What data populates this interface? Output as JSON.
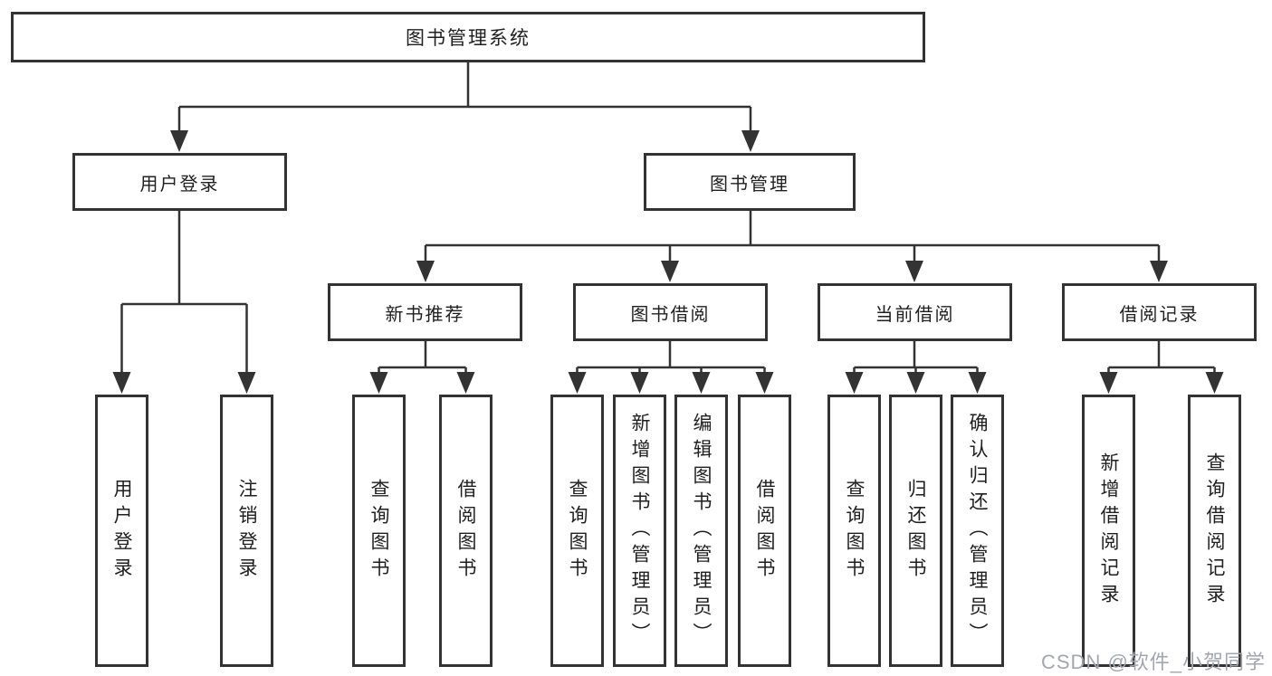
{
  "watermark": "CSDN @软件_小贺同学",
  "colors": {
    "line": "#333333",
    "text": "#1f1f1f",
    "watermark": "#a2a7ae",
    "background": "#ffffff"
  },
  "tree": {
    "root": "图书管理系统",
    "branches": [
      {
        "label": "用户登录",
        "children": [
          {
            "label": "用户登录"
          },
          {
            "label": "注销登录"
          }
        ]
      },
      {
        "label": "图书管理",
        "children": [
          {
            "label": "新书推荐",
            "children": [
              {
                "label": "查询图书"
              },
              {
                "label": "借阅图书"
              }
            ]
          },
          {
            "label": "图书借阅",
            "children": [
              {
                "label": "查询图书"
              },
              {
                "label": "新增图书（管理员）"
              },
              {
                "label": "编辑图书（管理员）"
              },
              {
                "label": "借阅图书"
              }
            ]
          },
          {
            "label": "当前借阅",
            "children": [
              {
                "label": "查询图书"
              },
              {
                "label": "归还图书"
              },
              {
                "label": "确认归还（管理员）"
              }
            ]
          },
          {
            "label": "借阅记录",
            "children": [
              {
                "label": "新增借阅记录"
              },
              {
                "label": "查询借阅记录"
              }
            ]
          }
        ]
      }
    ]
  }
}
